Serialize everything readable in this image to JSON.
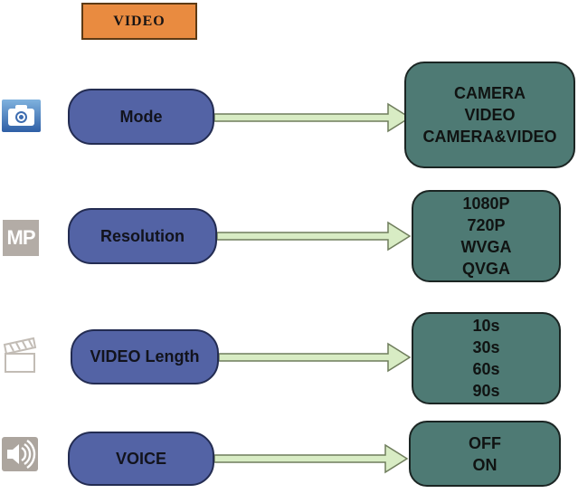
{
  "title": {
    "label": "VIDEO"
  },
  "colors": {
    "header_fill": "#E98B40",
    "pill_fill": "#5363A5",
    "options_fill": "#4E7A74",
    "arrow_fill": "#D8ECC4",
    "arrow_stroke": "#6F7D5C"
  },
  "rows": [
    {
      "icon": "camera-icon",
      "label": "Mode",
      "options": [
        "CAMERA",
        "VIDEO",
        "CAMERA&VIDEO"
      ]
    },
    {
      "icon": "megapixel-icon",
      "icon_label": "MP",
      "label": "Resolution",
      "options": [
        "1080P",
        "720P",
        "WVGA",
        "QVGA"
      ]
    },
    {
      "icon": "clapperboard-icon",
      "label": "VIDEO Length",
      "options": [
        "10s",
        "30s",
        "60s",
        "90s"
      ]
    },
    {
      "icon": "speaker-icon",
      "label": "VOICE",
      "options": [
        "OFF",
        "ON"
      ]
    }
  ]
}
